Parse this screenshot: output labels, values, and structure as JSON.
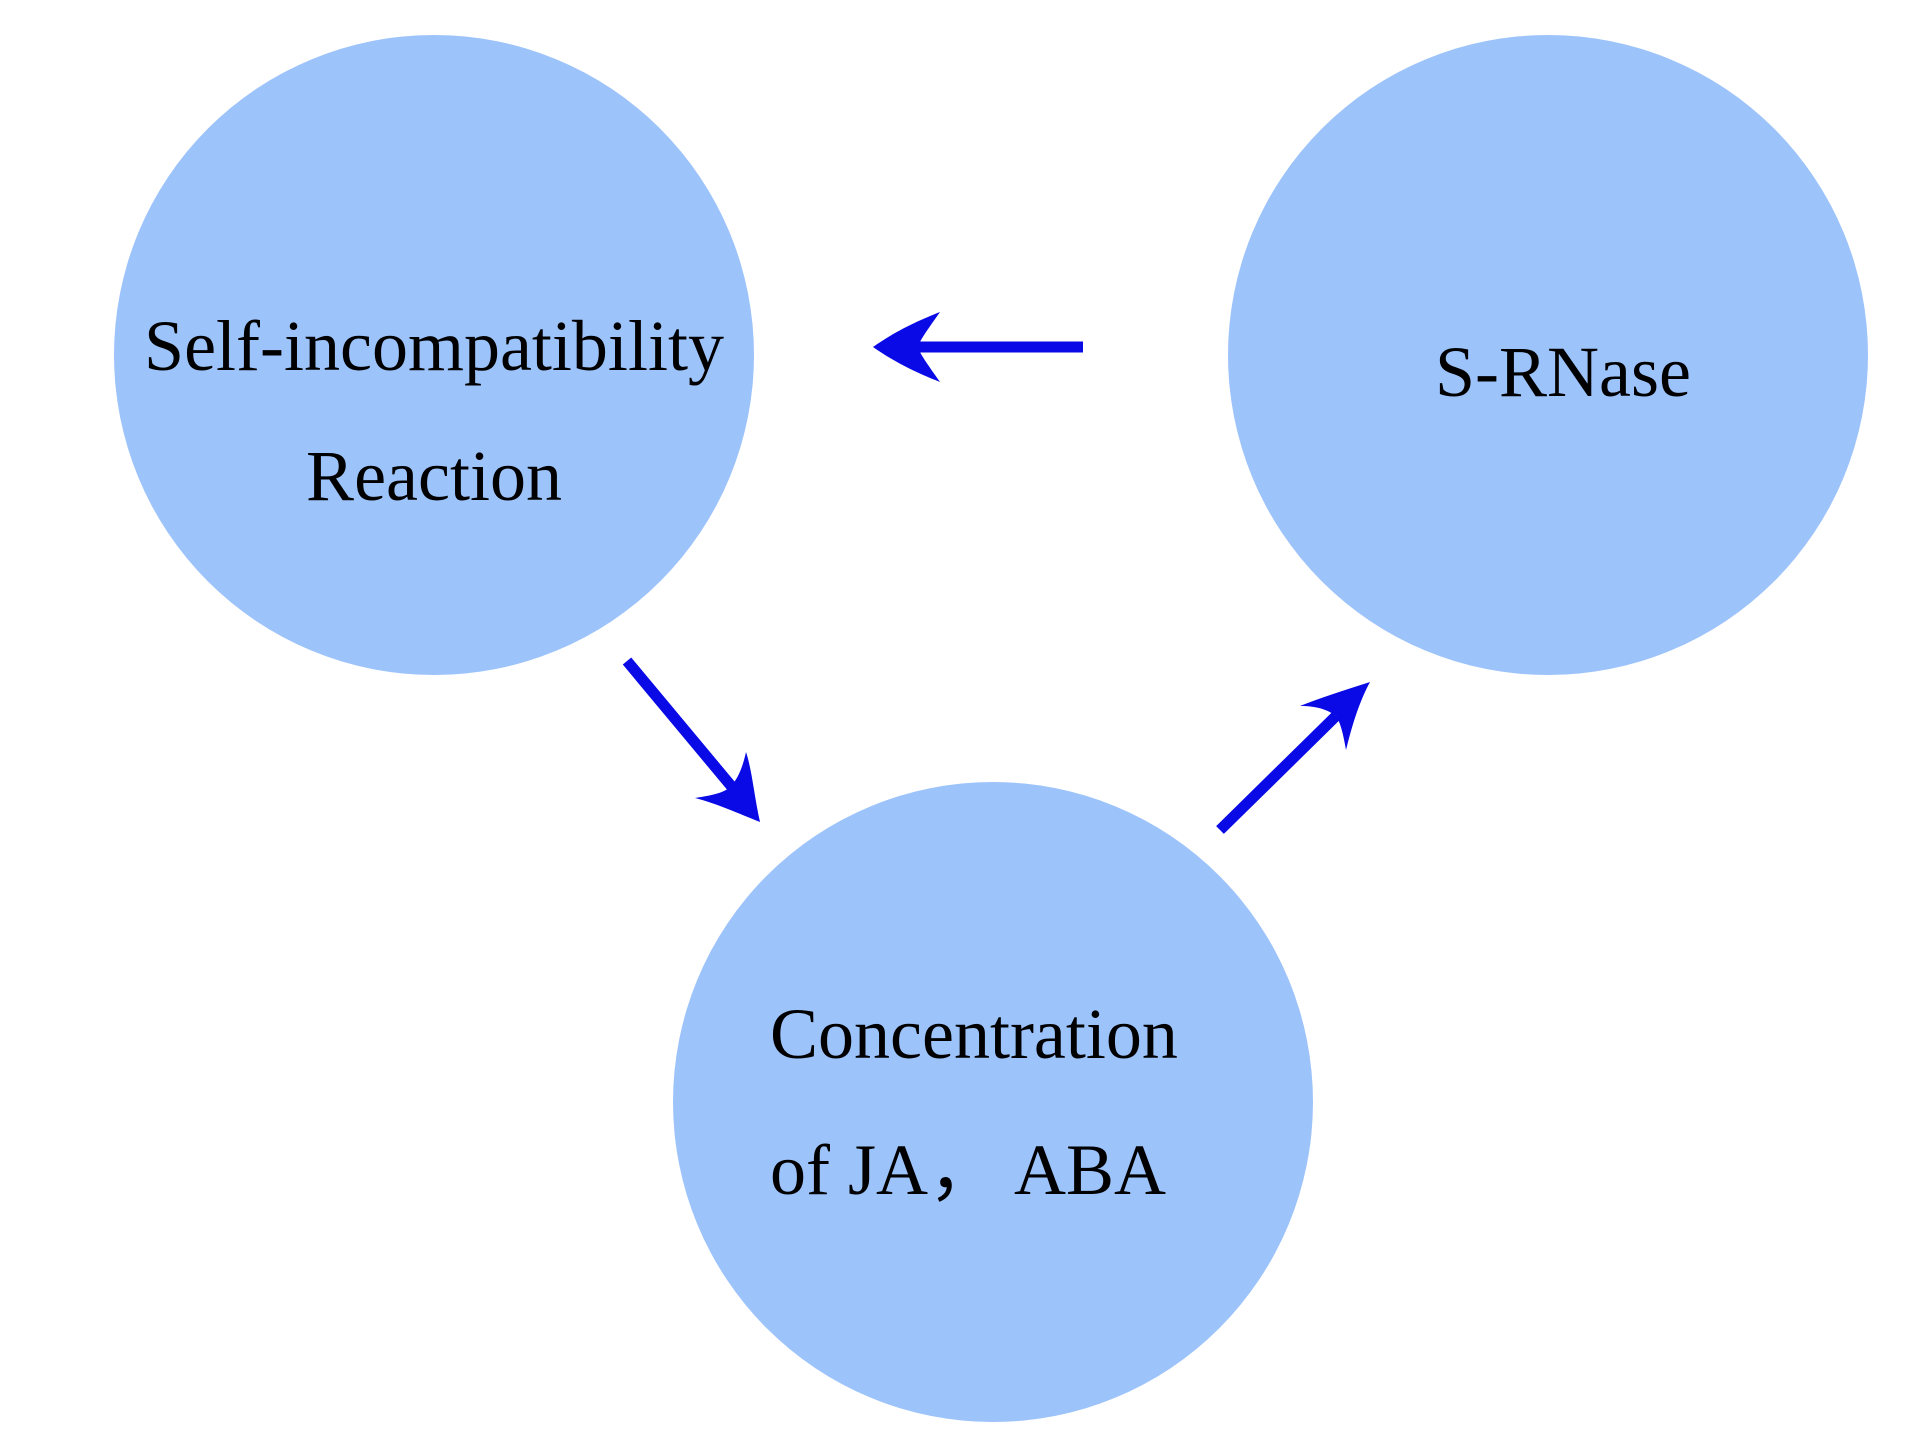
{
  "colors": {
    "node_fill": "#9dc3fb",
    "arrow": "#0a0ae6",
    "text": "#000000",
    "background": "#ffffff"
  },
  "nodes": {
    "self_incompatibility": {
      "line1": "Self-incompatibility",
      "line2": "Reaction"
    },
    "s_rnase": {
      "line1": "S-RNase"
    },
    "concentration": {
      "line1": "Concentration",
      "line2": "of JA， ABA"
    }
  },
  "edges": [
    {
      "from": "S-RNase",
      "to": "Self-incompatibility Reaction"
    },
    {
      "from": "Self-incompatibility Reaction",
      "to": "Concentration of JA， ABA"
    },
    {
      "from": "Concentration of JA， ABA",
      "to": "S-RNase"
    }
  ]
}
